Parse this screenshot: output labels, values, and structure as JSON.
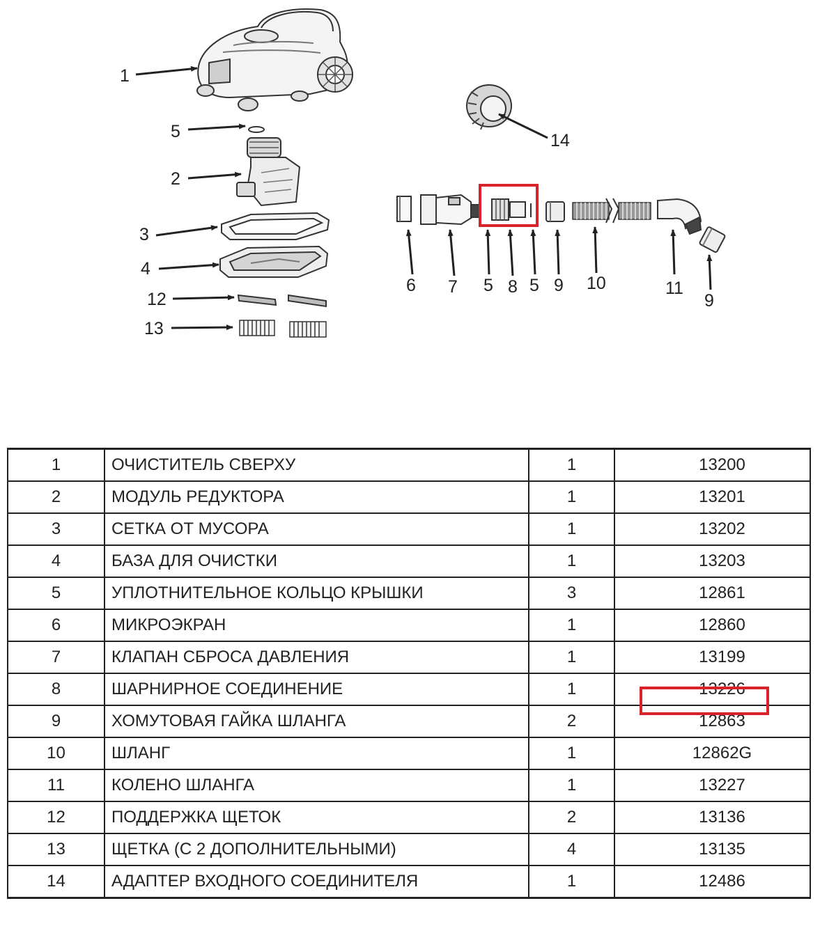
{
  "diagram": {
    "callouts": {
      "c1": "1",
      "c5a": "5",
      "c2": "2",
      "c3": "3",
      "c4": "4",
      "c12": "12",
      "c13": "13",
      "c14": "14",
      "c6": "6",
      "c7": "7",
      "c5b": "5",
      "c8": "8",
      "c5c": "5",
      "c9a": "9",
      "c10": "10",
      "c11": "11",
      "c9b": "9"
    },
    "highlight_color": "#d9232a"
  },
  "parts": [
    {
      "num": "1",
      "name": "ОЧИСТИТЕЛЬ СВЕРХУ",
      "qty": "1",
      "code": "13200"
    },
    {
      "num": "2",
      "name": "МОДУЛЬ РЕДУКТОРА",
      "qty": "1",
      "code": "13201"
    },
    {
      "num": "3",
      "name": "СЕТКА ОТ МУСОРА",
      "qty": "1",
      "code": "13202"
    },
    {
      "num": "4",
      "name": "БАЗА ДЛЯ ОЧИСТКИ",
      "qty": "1",
      "code": "13203"
    },
    {
      "num": "5",
      "name": "УПЛОТНИТЕЛЬНОЕ КОЛЬЦО КРЫШКИ",
      "qty": "3",
      "code": "12861"
    },
    {
      "num": "6",
      "name": "МИКРОЭКРАН",
      "qty": "1",
      "code": "12860"
    },
    {
      "num": "7",
      "name": "КЛАПАН СБРОСА ДАВЛЕНИЯ",
      "qty": "1",
      "code": "13199"
    },
    {
      "num": "8",
      "name": "ШАРНИРНОЕ СОЕДИНЕНИЕ",
      "qty": "1",
      "code": "13226"
    },
    {
      "num": "9",
      "name": "ХОМУТОВАЯ ГАЙКА ШЛАНГА",
      "qty": "2",
      "code": "12863"
    },
    {
      "num": "10",
      "name": "ШЛАНГ",
      "qty": "1",
      "code": "12862G"
    },
    {
      "num": "11",
      "name": "КОЛЕНО ШЛАНГА",
      "qty": "1",
      "code": "13227"
    },
    {
      "num": "12",
      "name": "ПОДДЕРЖКА ЩЕТОК",
      "qty": "2",
      "code": "13136"
    },
    {
      "num": "13",
      "name": "ЩЕТКА (С 2 ДОПОЛНИТЕЛЬНЫМИ)",
      "qty": "4",
      "code": "13135"
    },
    {
      "num": "14",
      "name": "АДАПТЕР ВХОДНОГО СОЕДИНИТЕЛЯ",
      "qty": "1",
      "code": "12486"
    }
  ]
}
